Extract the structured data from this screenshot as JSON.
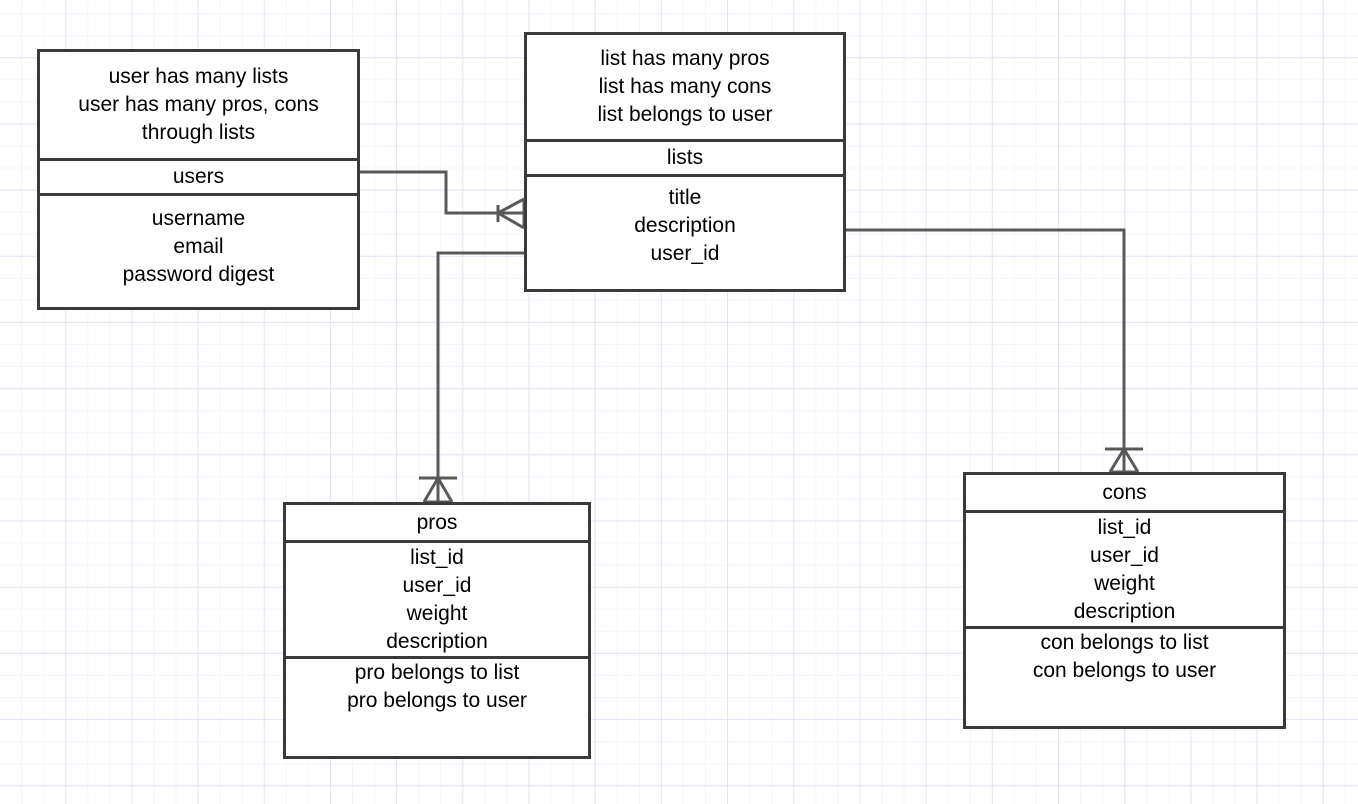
{
  "diagram": {
    "type": "entity-relationship-diagram",
    "background": "graph-paper",
    "grid_color": "#e3e3f7",
    "box_border_color": "#3a3a3a",
    "connector_color": "#595959",
    "entities": [
      {
        "id": "users",
        "name": "users",
        "notes_top": [
          "user has many lists",
          "user has many pros, cons",
          "through lists"
        ],
        "attributes": [
          "username",
          "email",
          "password digest"
        ],
        "notes_bottom": []
      },
      {
        "id": "lists",
        "name": "lists",
        "notes_top": [
          "list has many pros",
          "list has many cons",
          "list belongs to user"
        ],
        "attributes": [
          "title",
          "description",
          "user_id"
        ],
        "notes_bottom": []
      },
      {
        "id": "pros",
        "name": "pros",
        "notes_top": [],
        "attributes": [
          "list_id",
          "user_id",
          "weight",
          "description"
        ],
        "notes_bottom": [
          "pro belongs to list",
          "pro belongs to user"
        ]
      },
      {
        "id": "cons",
        "name": "cons",
        "notes_top": [],
        "attributes": [
          "list_id",
          "user_id",
          "weight",
          "description"
        ],
        "notes_bottom": [
          "con belongs to list",
          "con belongs to user"
        ]
      }
    ],
    "relationships": [
      {
        "id": "users-lists",
        "from": "users",
        "to": "lists",
        "from_cardinality": "one",
        "to_cardinality": "many",
        "notation": "crows-foot"
      },
      {
        "id": "lists-pros",
        "from": "lists",
        "to": "pros",
        "from_cardinality": "one",
        "to_cardinality": "many",
        "notation": "crows-foot"
      },
      {
        "id": "lists-cons",
        "from": "lists",
        "to": "cons",
        "from_cardinality": "one",
        "to_cardinality": "many",
        "notation": "crows-foot"
      }
    ]
  }
}
